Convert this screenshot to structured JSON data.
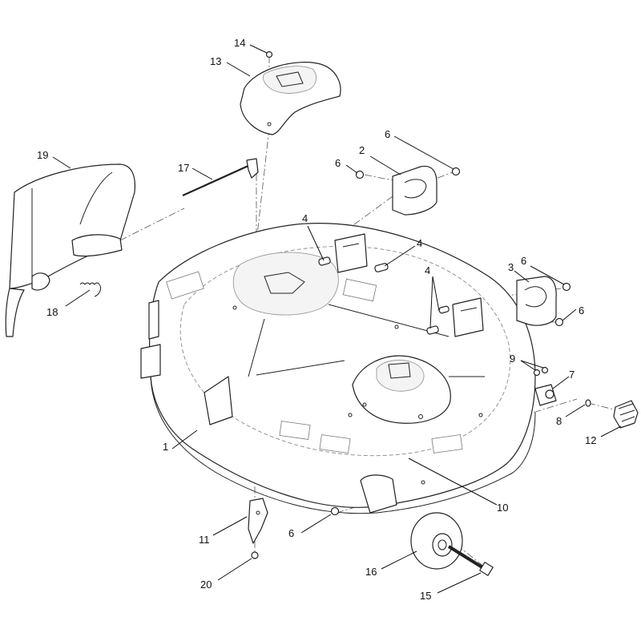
{
  "callouts": [
    {
      "id": "c14",
      "label": "14"
    },
    {
      "id": "c13",
      "label": "13"
    },
    {
      "id": "c19",
      "label": "19"
    },
    {
      "id": "c17",
      "label": "17"
    },
    {
      "id": "c6a",
      "label": "6"
    },
    {
      "id": "c6b",
      "label": "6"
    },
    {
      "id": "c2",
      "label": "2"
    },
    {
      "id": "c4a",
      "label": "4"
    },
    {
      "id": "c4b",
      "label": "4"
    },
    {
      "id": "c4c",
      "label": "4"
    },
    {
      "id": "c3",
      "label": "3"
    },
    {
      "id": "c6c",
      "label": "6"
    },
    {
      "id": "c6d",
      "label": "6"
    },
    {
      "id": "c18",
      "label": "18"
    },
    {
      "id": "c9",
      "label": "9"
    },
    {
      "id": "c7",
      "label": "7"
    },
    {
      "id": "c1",
      "label": "1"
    },
    {
      "id": "c8",
      "label": "8"
    },
    {
      "id": "c12",
      "label": "12"
    },
    {
      "id": "c10",
      "label": "10"
    },
    {
      "id": "c11",
      "label": "11"
    },
    {
      "id": "c6e",
      "label": "6"
    },
    {
      "id": "c16",
      "label": "16"
    },
    {
      "id": "c20",
      "label": "20"
    },
    {
      "id": "c15",
      "label": "15"
    }
  ]
}
